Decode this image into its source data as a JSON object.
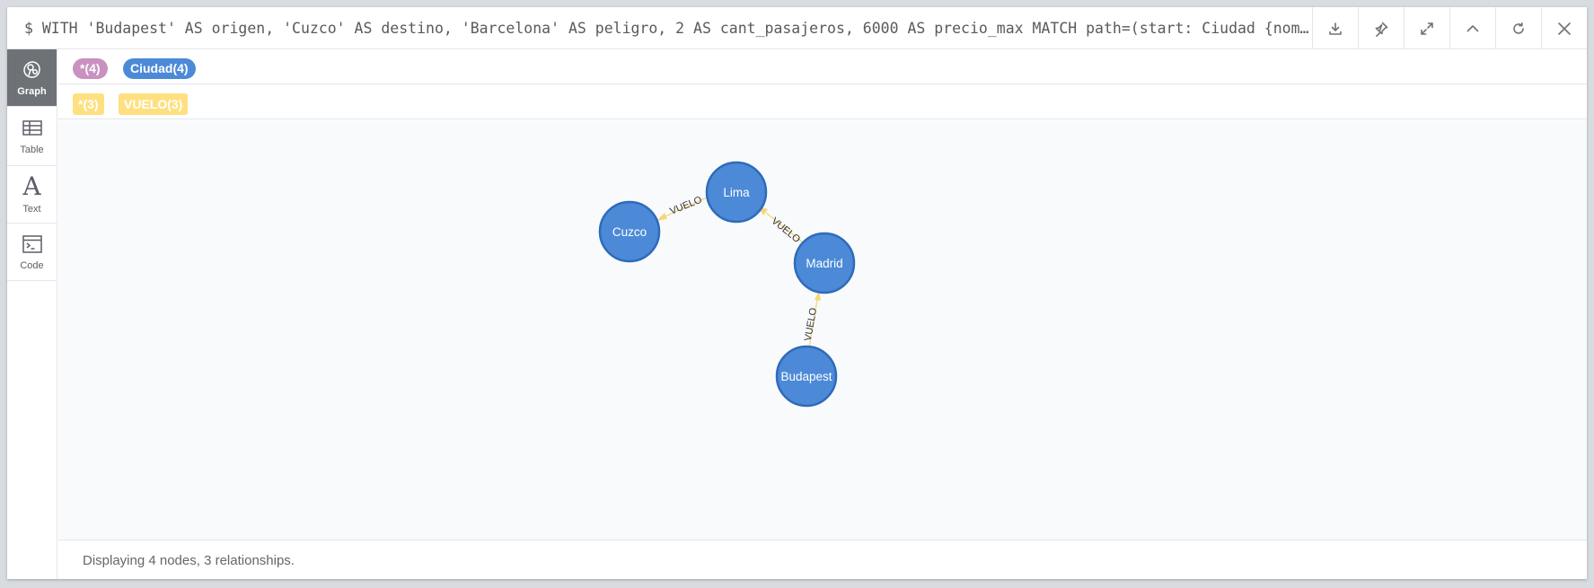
{
  "query": {
    "text": "$ WITH 'Budapest' AS origen, 'Cuzco' AS destino, 'Barcelona' AS peligro, 2 AS cant_pasajeros, 6000 AS precio_max  MATCH path=(start: Ciudad {nomb…",
    "actions": [
      {
        "name": "download-icon"
      },
      {
        "name": "pin-icon"
      },
      {
        "name": "expand-icon"
      },
      {
        "name": "collapse-icon"
      },
      {
        "name": "rerun-icon"
      },
      {
        "name": "close-icon"
      }
    ]
  },
  "views": [
    {
      "label": "Graph",
      "icon": "graph-icon",
      "active": true
    },
    {
      "label": "Table",
      "icon": "table-icon",
      "active": false
    },
    {
      "label": "Text",
      "icon": "text-icon",
      "active": false
    },
    {
      "label": "Code",
      "icon": "code-icon",
      "active": false
    }
  ],
  "legend": {
    "node_labels": [
      {
        "label": "*(4)",
        "color": "#c990c0"
      },
      {
        "label": "Ciudad(4)",
        "color": "#4c8ad8"
      }
    ],
    "relationship_types": [
      {
        "label": "*(3)",
        "color": "#ffe081"
      },
      {
        "label": "VUELO(3)",
        "color": "#ffe081"
      }
    ]
  },
  "graph": {
    "nodes": [
      {
        "id": "lima",
        "label": "Lima"
      },
      {
        "id": "cuzco",
        "label": "Cuzco"
      },
      {
        "id": "madrid",
        "label": "Madrid"
      },
      {
        "id": "budapest",
        "label": "Budapest"
      }
    ],
    "relationships": [
      {
        "from": "lima",
        "to": "cuzco",
        "type": "VUELO"
      },
      {
        "from": "madrid",
        "to": "lima",
        "type": "VUELO"
      },
      {
        "from": "budapest",
        "to": "madrid",
        "type": "VUELO"
      }
    ],
    "node_color": "#4c8ad8",
    "relationship_color": "#f4d77c"
  },
  "status": {
    "text": "Displaying 4 nodes, 3 relationships."
  }
}
